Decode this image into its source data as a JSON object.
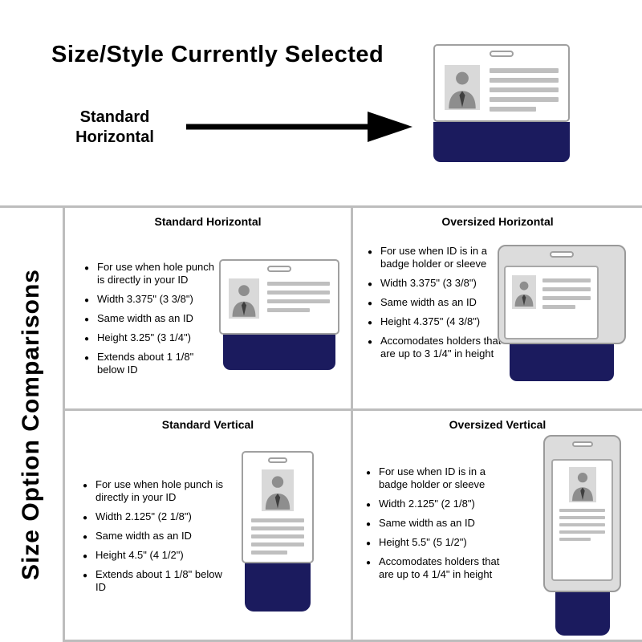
{
  "colors": {
    "navy": "#1b1b5e",
    "holder_gray": "#dcdcdc"
  },
  "header": {
    "title": "Size/Style Currently Selected",
    "selected_style": "Standard Horizontal"
  },
  "sidebar": {
    "label": "Size Option Comparisons"
  },
  "panels": [
    {
      "title": "Standard Horizontal",
      "bullets": [
        "For use when hole punch is directly in your ID",
        "Width 3.375\" (3 3/8\")",
        "Same width as an ID",
        "Height 3.25\" (3 1/4\")",
        "Extends about 1 1/8\" below ID"
      ]
    },
    {
      "title": "Oversized Horizontal",
      "bullets": [
        "For use when ID is in a badge holder or sleeve",
        "Width 3.375\" (3 3/8\")",
        "Same width as an ID",
        "Height 4.375\" (4 3/8\")",
        "Accomodates holders that are up to 3 1/4\" in height"
      ]
    },
    {
      "title": "Standard Vertical",
      "bullets": [
        "For use when hole punch is directly in your ID",
        "Width 2.125\" (2 1/8\")",
        "Same width as an ID",
        "Height 4.5\" (4 1/2\")",
        "Extends about 1 1/8\" below ID"
      ]
    },
    {
      "title": "Oversized Vertical",
      "bullets": [
        "For use when ID is in a badge holder or sleeve",
        "Width 2.125\" (2 1/8\")",
        "Same width as an ID",
        "Height 5.5\" (5 1/2\")",
        "Accomodates holders that are up to 4 1/4\" in height"
      ]
    }
  ]
}
